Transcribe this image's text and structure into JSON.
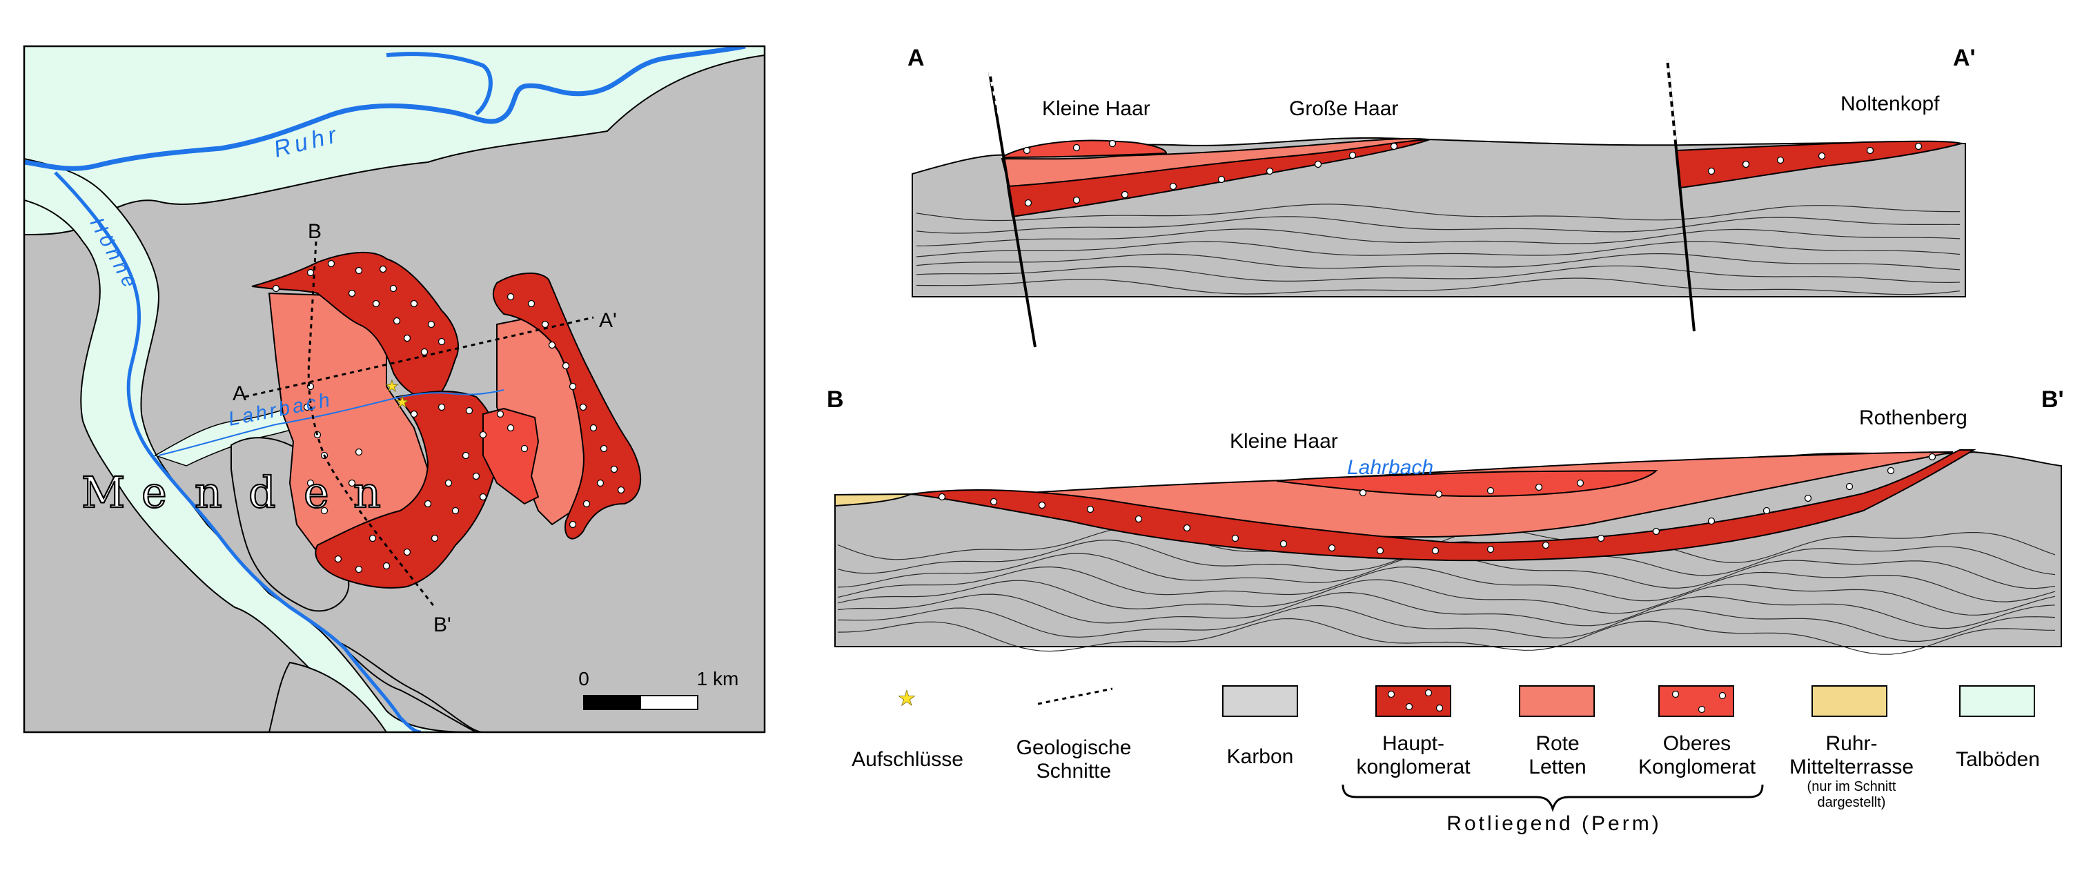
{
  "map": {
    "rivers": {
      "ruhr": "Ruhr",
      "hoenne": "Hönne",
      "lahrbach": "Lahrbach"
    },
    "town": [
      "M",
      "e",
      "n",
      "d",
      "e",
      "n"
    ],
    "profile_labels": {
      "a": "A",
      "a_prime": "A'",
      "b": "B",
      "b_prime": "B'"
    },
    "scale": {
      "zero": "0",
      "end": "1 km"
    }
  },
  "section_a": {
    "left": "A",
    "right": "A'",
    "places": [
      "Kleine Haar",
      "Große Haar",
      "Noltenkopf"
    ]
  },
  "section_b": {
    "left": "B",
    "right": "B'",
    "places": [
      "Kleine Haar",
      "Rothenberg"
    ],
    "river": "Lahrbach"
  },
  "legend": {
    "items": [
      {
        "label": [
          "Aufschlüsse"
        ]
      },
      {
        "label": [
          "Geologische",
          "Schnitte"
        ]
      },
      {
        "label": [
          "Karbon"
        ]
      },
      {
        "label": [
          "Haupt-",
          "konglomerat"
        ]
      },
      {
        "label": [
          "Rote",
          "Letten"
        ]
      },
      {
        "label": [
          "Oberes",
          "Konglomerat"
        ]
      },
      {
        "label": [
          "Ruhr-",
          "Mittelterrasse"
        ],
        "note": [
          "(nur im Schnitt",
          "dargestellt)"
        ]
      },
      {
        "label": [
          "Talböden"
        ]
      }
    ],
    "group": "Rotliegend (Perm)"
  },
  "colors": {
    "karbon": "#c0c0c0",
    "karbon_legend": "#d4d4d4",
    "hauptkonglomerat": "#d52a1e",
    "rote_letten": "#f47f6e",
    "oberes_konglomerat": "#ef4a3d",
    "mittelterrasse": "#f2d98c",
    "talboeden": "#e3fbee",
    "river": "#1f74e8",
    "outcrop": "#ffe22a"
  }
}
